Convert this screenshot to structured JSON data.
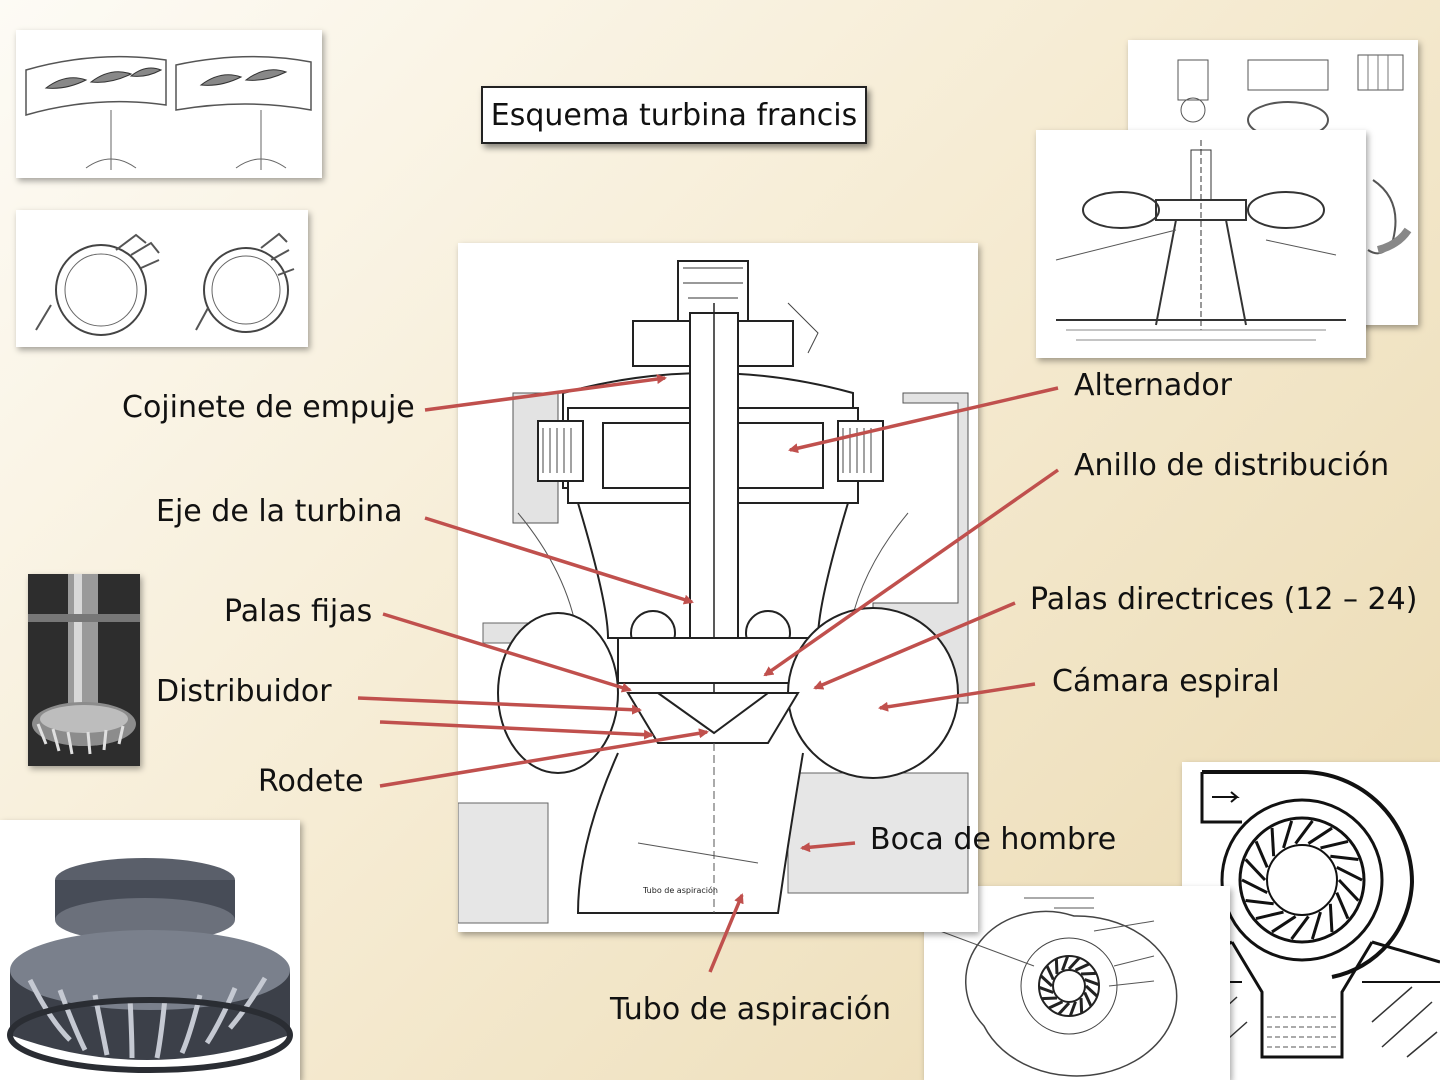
{
  "title": "Esquema turbina francis",
  "labels": {
    "cojinete": "Cojinete de empuje",
    "eje": "Eje de la turbina",
    "palas_fijas": "Palas fijas",
    "distribuidor": "Distribuidor",
    "rodete": "Rodete",
    "alternador": "Alternador",
    "anillo": "Anillo de distribución",
    "palas_directrices": "Palas directrices (12 – 24)",
    "camara": "Cámara espiral",
    "boca": "Boca de hombre",
    "tubo": "Tubo de aspiración"
  },
  "diagram_caption": "Tubo de aspiración",
  "colors": {
    "arrow": "#c0504d",
    "line": "#222222",
    "title_border": "#222222"
  },
  "icons": [
    "guide-vane-sketch",
    "wicket-gate-sketch",
    "francis-runner-photo",
    "turbine-shaft-photo",
    "spiral-casing-sketch",
    "runner-plan-sketch",
    "turbine-section-sketch"
  ]
}
